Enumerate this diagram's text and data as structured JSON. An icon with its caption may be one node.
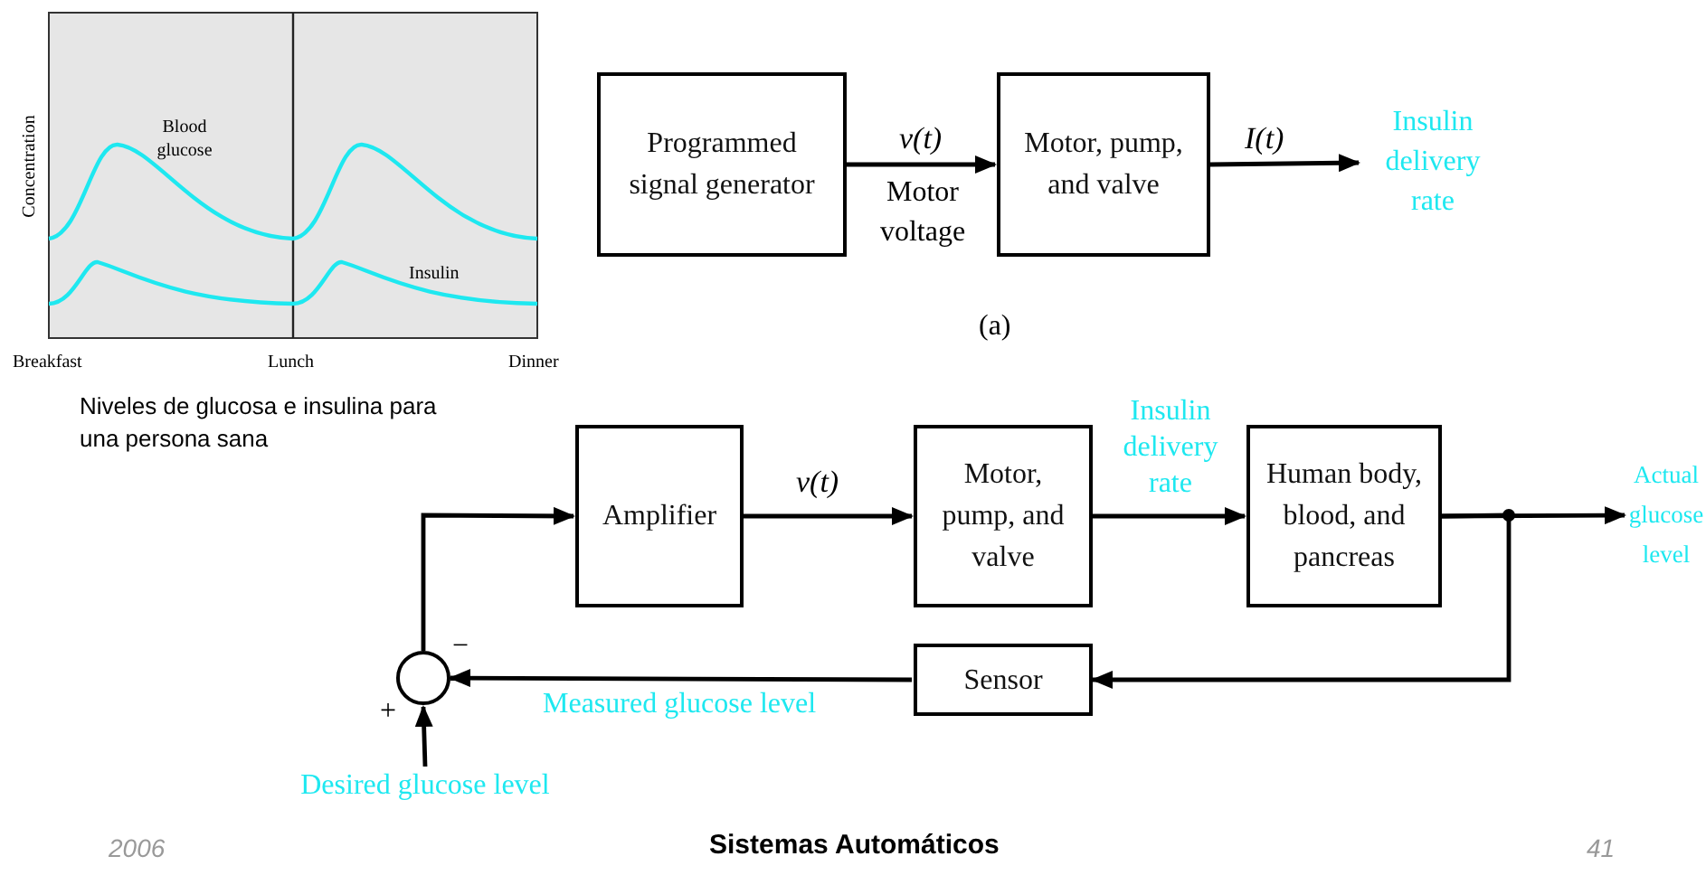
{
  "diagram": {
    "nodes": [
      {
        "text": [
          "Programmed signal generator"
        ]
      },
      {
        "text": [
          "Motor, pump, and valve"
        ]
      },
      {
        "text": [
          "Insulin delivery rate"
        ]
      },
      {
        "text": [
          "Amplifier"
        ]
      },
      {
        "text": [
          "Motor, pump, and valve"
        ]
      },
      {
        "text": [
          "Human body, blood, and pancreas"
        ]
      },
      {
        "text": [
          "Actual glucose level"
        ]
      },
      {
        "text": [
          "Sensor"
        ]
      },
      {
        "text": [],
        "shape": "circle"
      },
      {
        "text": [
          "Desired glucose level"
        ]
      }
    ],
    "edges": [
      {
        "from": 0,
        "to": 1,
        "arrow": "to",
        "label": "v(t)"
      },
      {
        "from": 1,
        "to": 2,
        "arrow": "to",
        "label": "I(t)"
      },
      {
        "from": 3,
        "to": 4,
        "arrow": "to",
        "label": "v(t)"
      },
      {
        "from": 4,
        "to": 5,
        "arrow": "to",
        "label": "Insulin delivery rate"
      },
      {
        "from": 5,
        "to": 6,
        "arrow": "to"
      },
      {
        "from": 5,
        "to": 7,
        "arrow": "to"
      },
      {
        "from": 7,
        "to": 8,
        "arrow": "to",
        "label": "Measured glucose level"
      },
      {
        "from": 9,
        "to": 8,
        "arrow": "to"
      },
      {
        "from": 8,
        "to": 3,
        "arrow": "to"
      }
    ],
    "labels": [
      "Concentration",
      "Blood glucose",
      "Insulin",
      "Breakfast",
      "Lunch",
      "Dinner",
      "Niveles de glucosa e insulina para una persona sana",
      "Motor voltage",
      "(a)",
      "−",
      "+",
      "2006",
      "Sistemas Automáticos",
      "41"
    ]
  }
}
